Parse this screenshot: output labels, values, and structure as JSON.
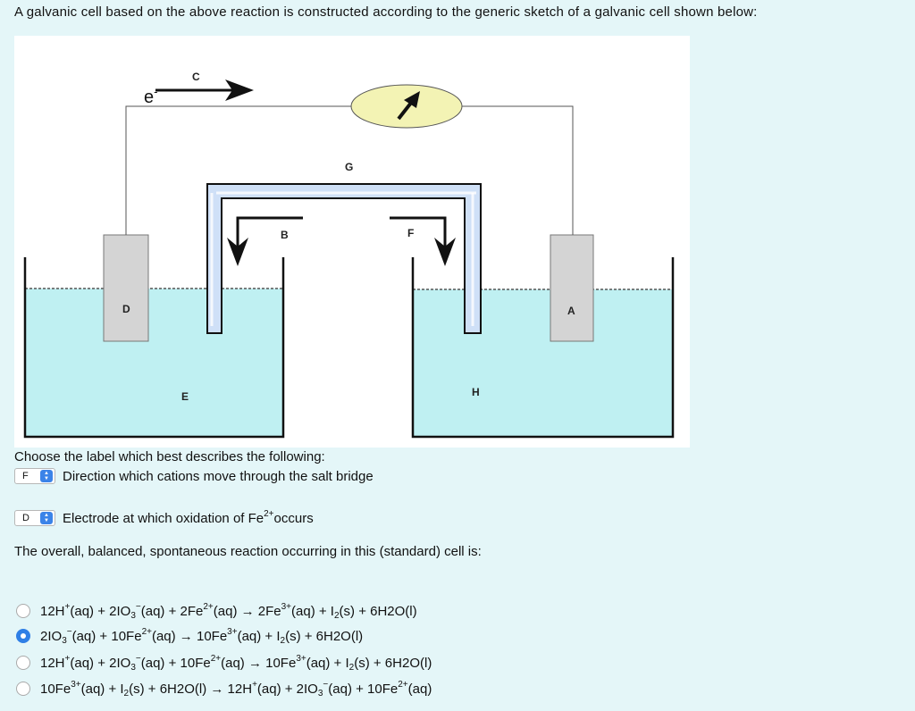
{
  "intro": "A galvanic cell based on the above reaction is constructed according to the generic sketch of a galvanic cell shown below:",
  "diagram": {
    "electron_label": "e-",
    "labels": {
      "A": "A",
      "B": "B",
      "C": "C",
      "D": "D",
      "E": "E",
      "F": "F",
      "G": "G",
      "H": "H"
    },
    "colors": {
      "solution": "#bff0f2",
      "electrode": "#d4d4d4",
      "meter": "#f3f3b4"
    }
  },
  "choose_label": "Choose the label which best describes the following:",
  "questions": [
    {
      "selected": "F",
      "text": "Direction which cations move through the salt bridge"
    },
    {
      "selected": "D",
      "text": "Electrode at which oxidation of Fe2+occurs"
    }
  ],
  "overall_label": "The overall, balanced, spontaneous reaction occurring in this (standard) cell is:",
  "options": [
    {
      "selected": false,
      "text": "12H+(aq) + 2IO3−(aq) + 2Fe2+(aq) → 2Fe3+(aq) + I2(s) + 6H2O(l)"
    },
    {
      "selected": true,
      "text": "2IO3−(aq) + 10Fe2+(aq) → 10Fe3+(aq) + I2(s) + 6H2O(l)"
    },
    {
      "selected": false,
      "text": "12H+(aq) + 2IO3−(aq) + 10Fe2+(aq) → 10Fe3+(aq) + I2(s) + 6H2O(l)"
    },
    {
      "selected": false,
      "text": "10Fe3+(aq) + I2(s) + 6H2O(l) → 12H+(aq) + 2IO3−(aq) + 10Fe2+(aq)"
    }
  ]
}
